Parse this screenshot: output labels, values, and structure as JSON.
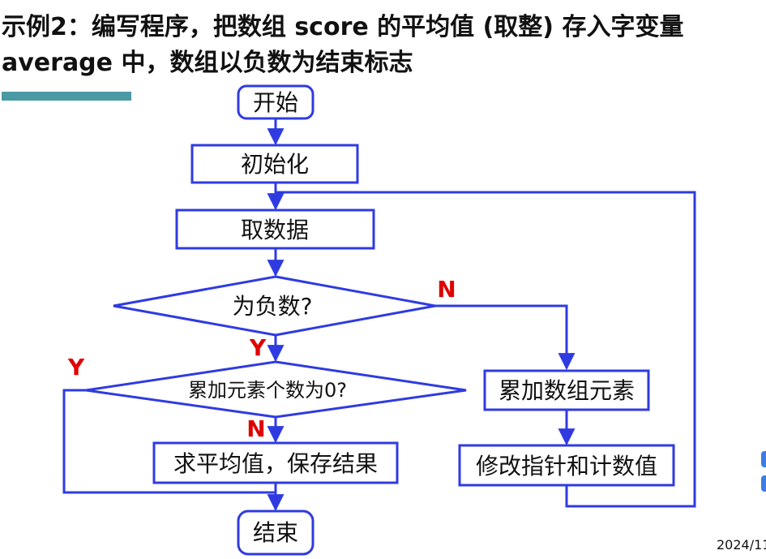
{
  "title": "示例2：编写程序，把数组 score 的平均值 (取整) 存入字变量 average 中，数组以负数为结束标志",
  "colors": {
    "title_underline": "#4a9aa5",
    "stroke": "#2f3be0",
    "branch_label": "#e00000"
  },
  "flowchart": {
    "start": "开始",
    "init": "初始化",
    "fetch": "取数据",
    "is_negative": "为负数?",
    "count_zero": "累加元素个数为0?",
    "average": "求平均值，保存结果",
    "accumulate": "累加数组元素",
    "update": "修改指针和计数值",
    "end": "结束",
    "labels": {
      "neg_no": "N",
      "neg_yes": "Y",
      "zero_yes": "Y",
      "zero_no": "N"
    }
  },
  "footer": {
    "date": "2024/11"
  }
}
